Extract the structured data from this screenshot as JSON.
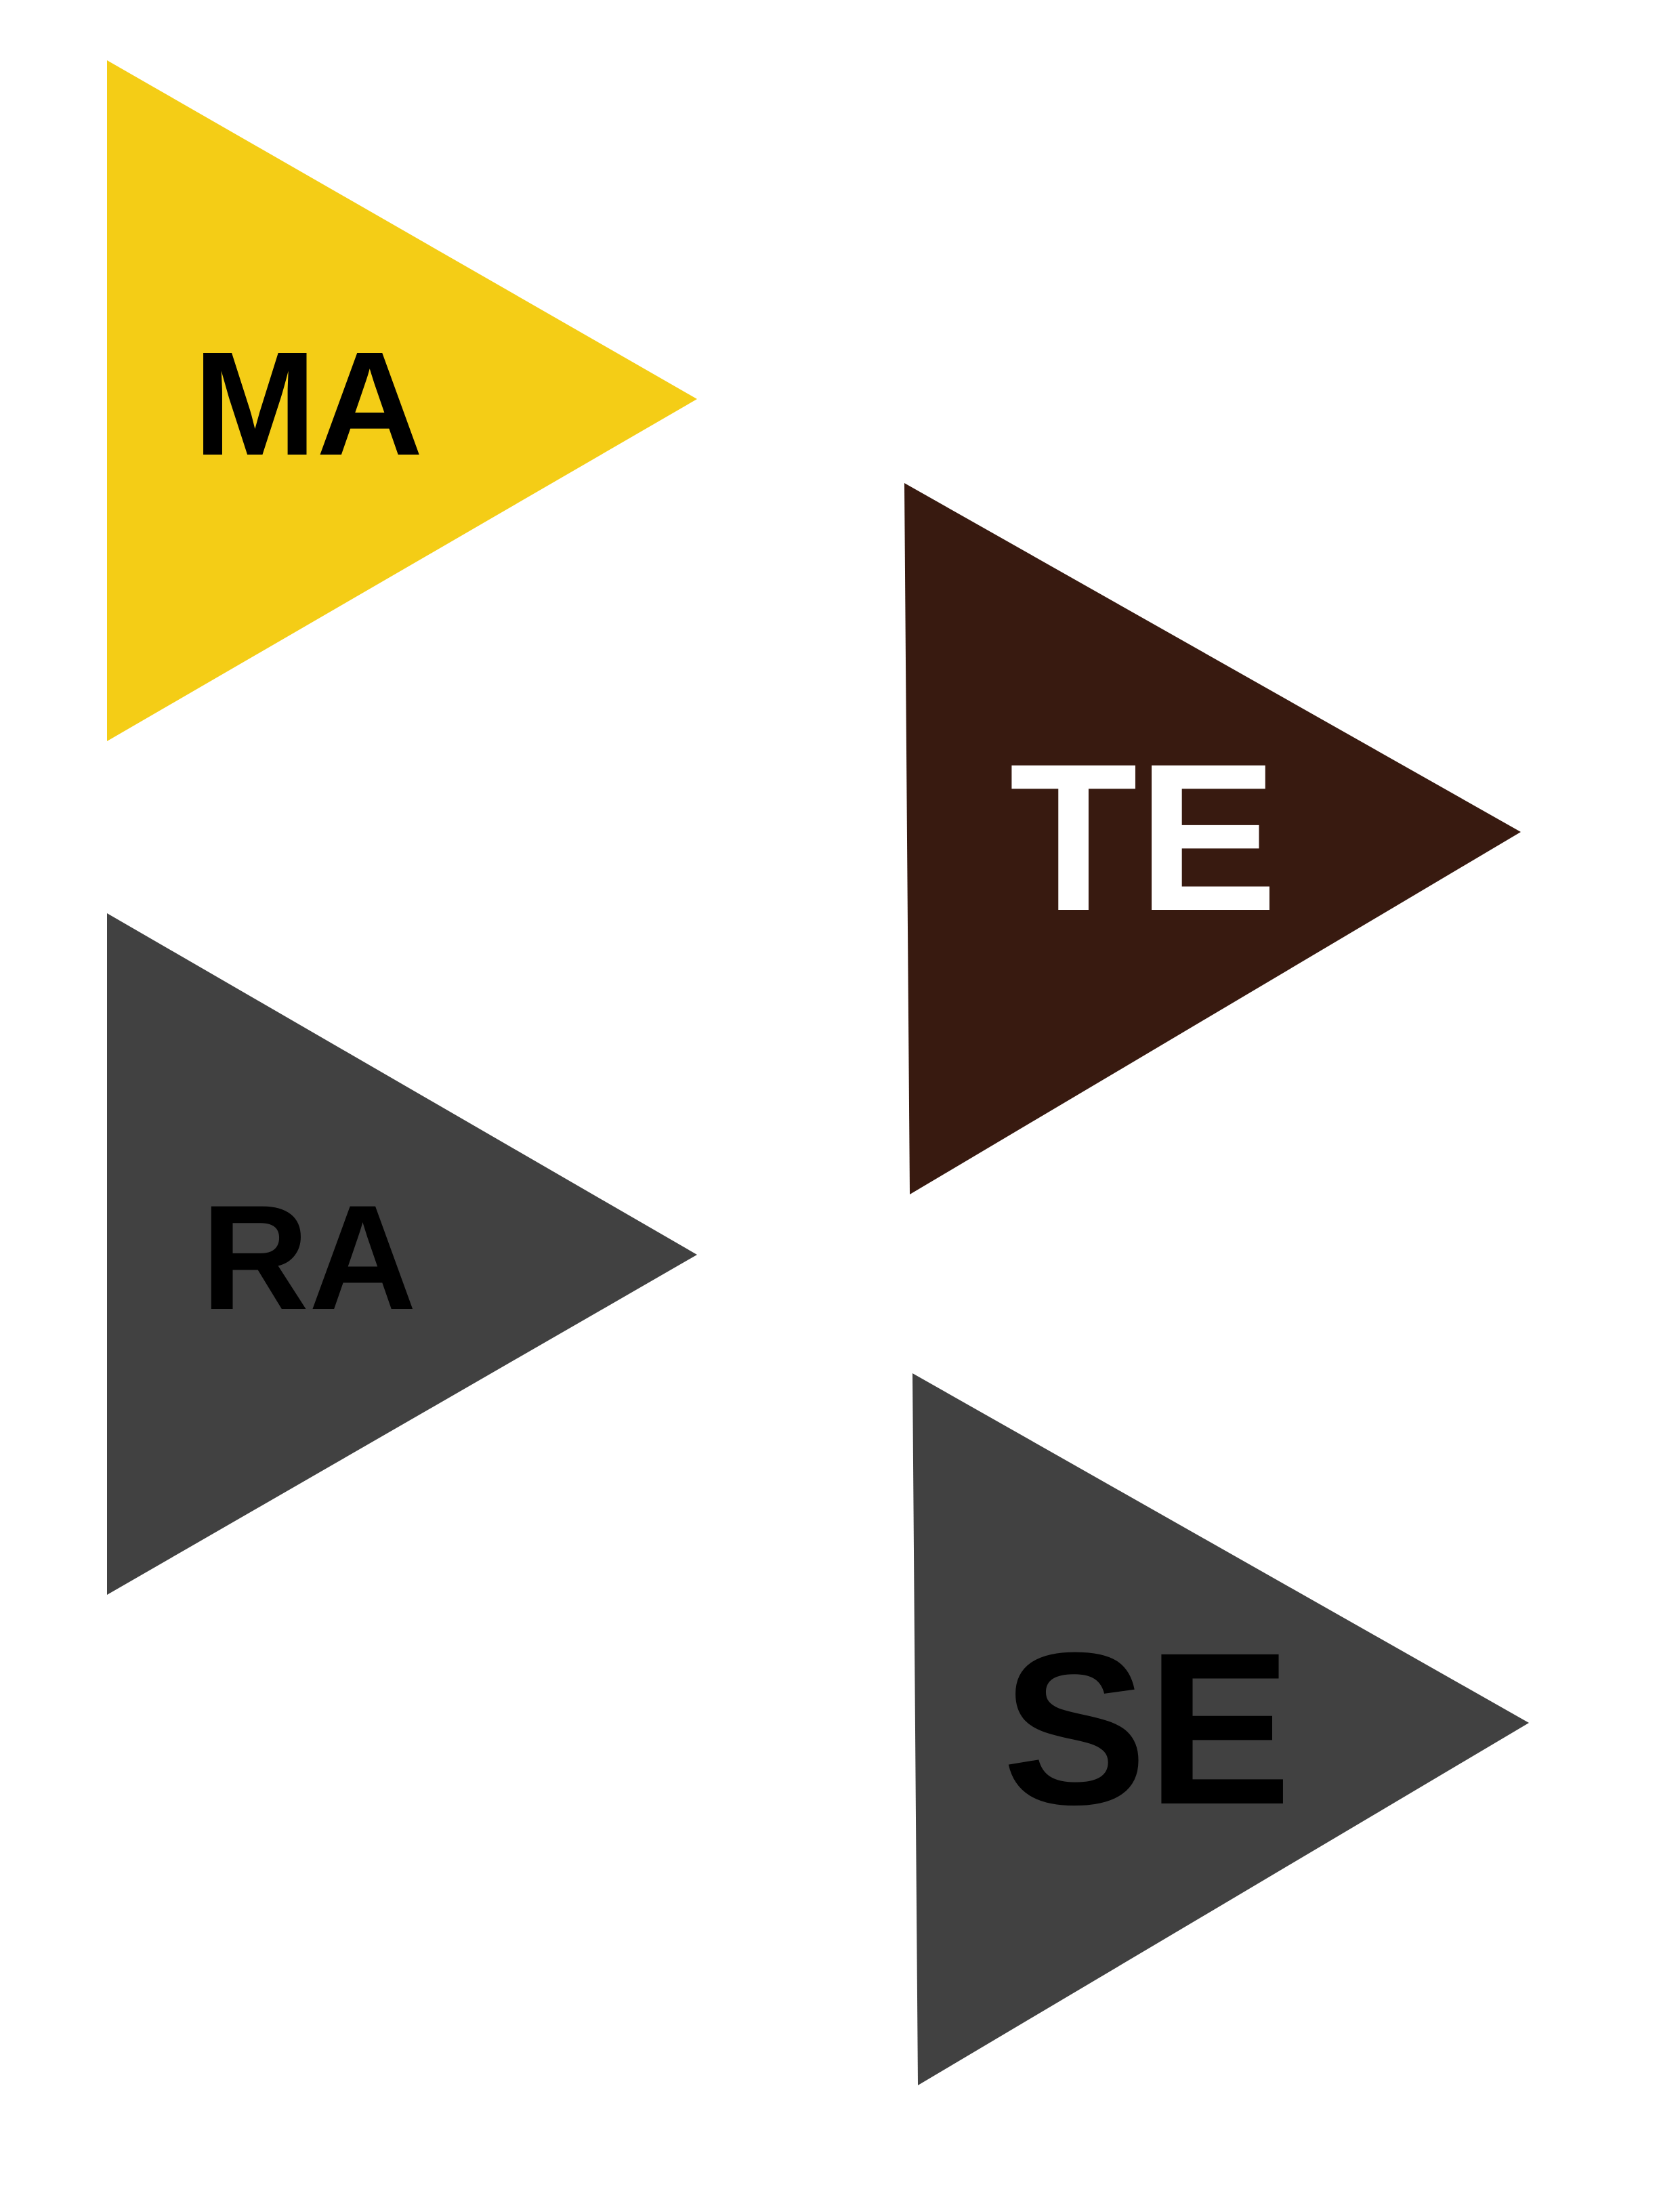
{
  "background_color": "#ffffff",
  "pennants": [
    {
      "id": "ma",
      "label": "MA",
      "fill": "#f4cd16",
      "text_color": "#000000",
      "shape": "right-pointing-triangle"
    },
    {
      "id": "te",
      "label": "TE",
      "fill": "#381a10",
      "text_color": "#ffffff",
      "shape": "right-pointing-triangle"
    },
    {
      "id": "ra",
      "label": "RA",
      "fill": "#414141",
      "text_color": "#000000",
      "shape": "right-pointing-triangle"
    },
    {
      "id": "se",
      "label": "SE",
      "fill": "#414141",
      "text_color": "#000000",
      "shape": "right-pointing-triangle"
    }
  ]
}
